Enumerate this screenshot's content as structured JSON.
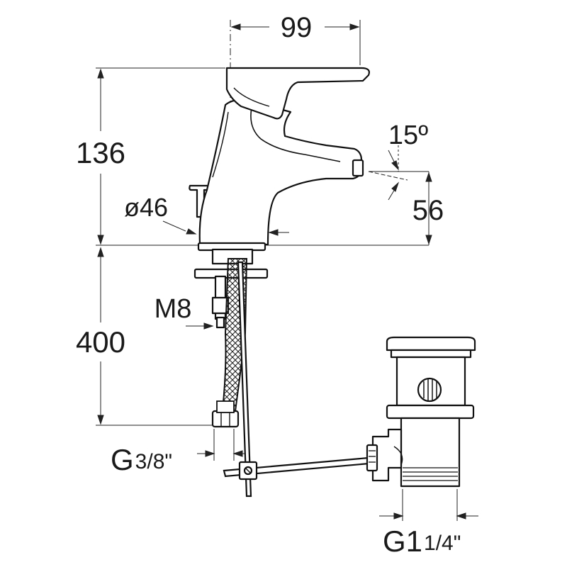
{
  "dimensions": {
    "width_top": "99",
    "height_body": "136",
    "angle": "15º",
    "spout_height": "56",
    "base_diameter": "ø46",
    "thread_stud": "M8",
    "hose_length": "400",
    "inlet_thread_prefix": "G",
    "inlet_thread_frac": "3/8\"",
    "waste_thread_prefix": "G",
    "waste_thread_whole": "1",
    "waste_thread_frac": "1/4\""
  }
}
